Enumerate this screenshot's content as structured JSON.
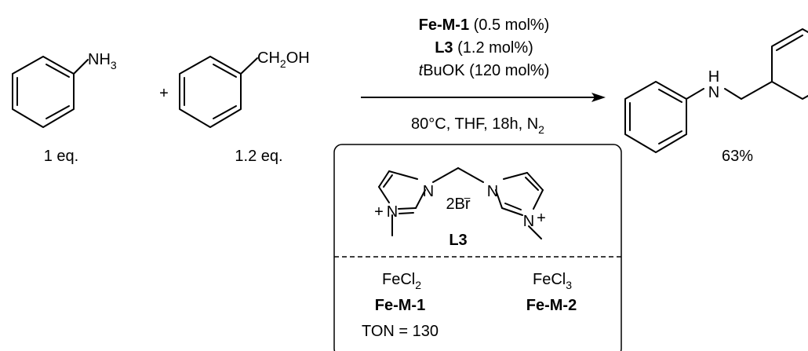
{
  "reactants": {
    "amine": {
      "group_main": "NH",
      "group_sub": "3",
      "equiv": "1 eq."
    },
    "plus": "+",
    "alcohol": {
      "group_pre": "CH",
      "group_sub": "2",
      "group_post": "OH",
      "equiv": "1.2 eq."
    }
  },
  "conditions": {
    "catalyst_name": "Fe-M-1",
    "catalyst_loading": " (0.5 mol%)",
    "ligand_name": "L3",
    "ligand_loading": " (1.2 mol%)",
    "base_italic": "t",
    "base_name": "BuOK (120 mol%)",
    "below_arrow": "80°C, THF, 18h, N",
    "below_arrow_sub": "2"
  },
  "product": {
    "nh_label": "H",
    "n_label": "N",
    "yield": "63%"
  },
  "ligand_box": {
    "n_left_top": "N",
    "n_right_top": "N",
    "n_left_bottom": "N",
    "n_right_bottom": "N",
    "plus": "+",
    "counterion": "2Br",
    "counterion_charge": "–",
    "label": "L3"
  },
  "metal_salts": [
    {
      "formula": "FeCl",
      "formula_sub": "2",
      "name": "Fe-M-1",
      "ton": "TON = 130"
    },
    {
      "formula": "FeCl",
      "formula_sub": "3",
      "name": "Fe-M-2"
    }
  ],
  "icons": [
    "reaction-arrow",
    "benzene-ring",
    "imidazolium-ring"
  ]
}
